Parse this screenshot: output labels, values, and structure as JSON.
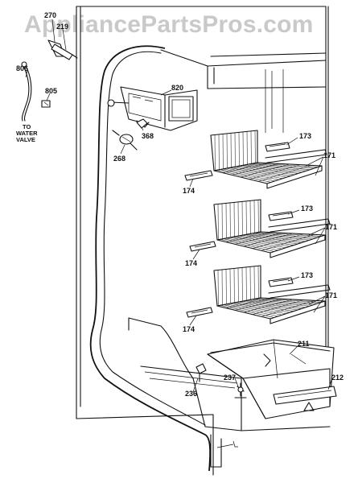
{
  "watermark": "AppliancePartsPros.com",
  "parts": {
    "p270": "270",
    "p219": "219",
    "p806": "806",
    "p805": "805",
    "p820": "820",
    "p368": "368",
    "p268": "268",
    "p173a": "173",
    "p171a": "171",
    "p174a": "174",
    "p173b": "173",
    "p171b": "171",
    "p174b": "174",
    "p173c": "173",
    "p171c": "171",
    "p174c": "174",
    "p211": "211",
    "p212": "212",
    "p237": "237",
    "p236": "236"
  },
  "notes": {
    "to_water_valve_line1": "TO",
    "to_water_valve_line2": "WATER",
    "to_water_valve_line3": "VALVE"
  }
}
